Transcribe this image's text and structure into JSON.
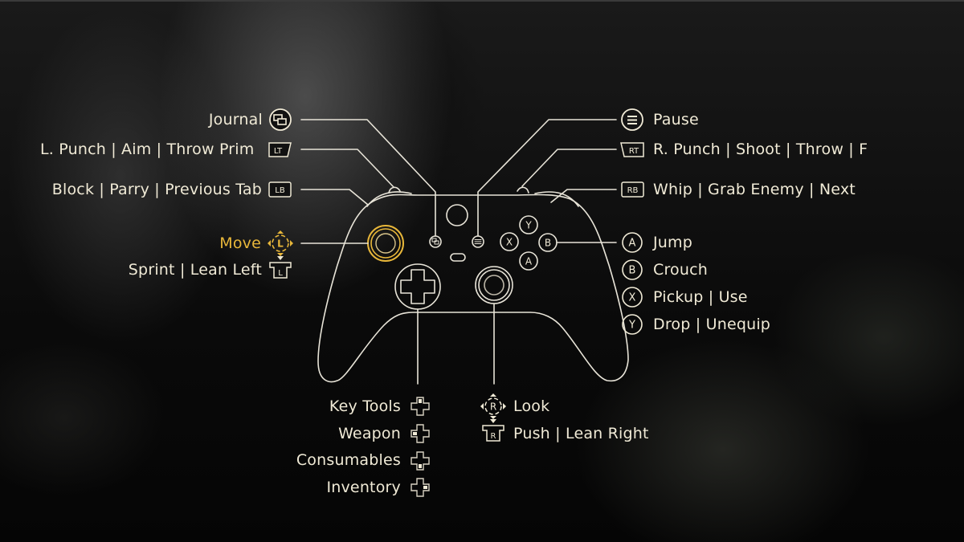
{
  "colors": {
    "accent": "#e8b73a",
    "text": "#f0ead6",
    "line": "#e8e4d8",
    "background": "#050505"
  },
  "left_bindings": {
    "journal": {
      "label": "Journal",
      "icon": "view-button-icon"
    },
    "lt": {
      "label": "L. Punch | Aim | Throw Prim",
      "icon": "lt-trigger-icon",
      "glyph": "LT"
    },
    "lb": {
      "label": "Block | Parry | Previous Tab",
      "icon": "lb-bumper-icon",
      "glyph": "LB"
    },
    "move": {
      "label": "Move",
      "icon": "left-stick-move-icon",
      "glyph": "L",
      "highlighted": true
    },
    "l3": {
      "label": "Sprint | Lean Left",
      "icon": "left-stick-press-icon",
      "glyph": "L"
    }
  },
  "right_bindings": {
    "pause": {
      "label": "Pause",
      "icon": "menu-button-icon"
    },
    "rt": {
      "label": "R. Punch | Shoot | Throw | F",
      "icon": "rt-trigger-icon",
      "glyph": "RT"
    },
    "rb": {
      "label": "Whip | Grab Enemy | Next",
      "icon": "rb-bumper-icon",
      "glyph": "RB"
    },
    "face": [
      {
        "glyph": "A",
        "label": "Jump"
      },
      {
        "glyph": "B",
        "label": "Crouch"
      },
      {
        "glyph": "X",
        "label": "Pickup | Use"
      },
      {
        "glyph": "Y",
        "label": "Drop | Unequip"
      }
    ]
  },
  "bottom_bindings": {
    "dpad": [
      {
        "label": "Key Tools",
        "direction": "up"
      },
      {
        "label": "Weapon",
        "direction": "left"
      },
      {
        "label": "Consumables",
        "direction": "down"
      },
      {
        "label": "Inventory",
        "direction": "right"
      }
    ],
    "right_stick": [
      {
        "label": "Look",
        "icon": "right-stick-move-icon",
        "glyph": "R"
      },
      {
        "label": "Push | Lean Right",
        "icon": "right-stick-press-icon",
        "glyph": "R"
      }
    ]
  },
  "controller": {
    "face_buttons": [
      "Y",
      "X",
      "B",
      "A"
    ]
  }
}
